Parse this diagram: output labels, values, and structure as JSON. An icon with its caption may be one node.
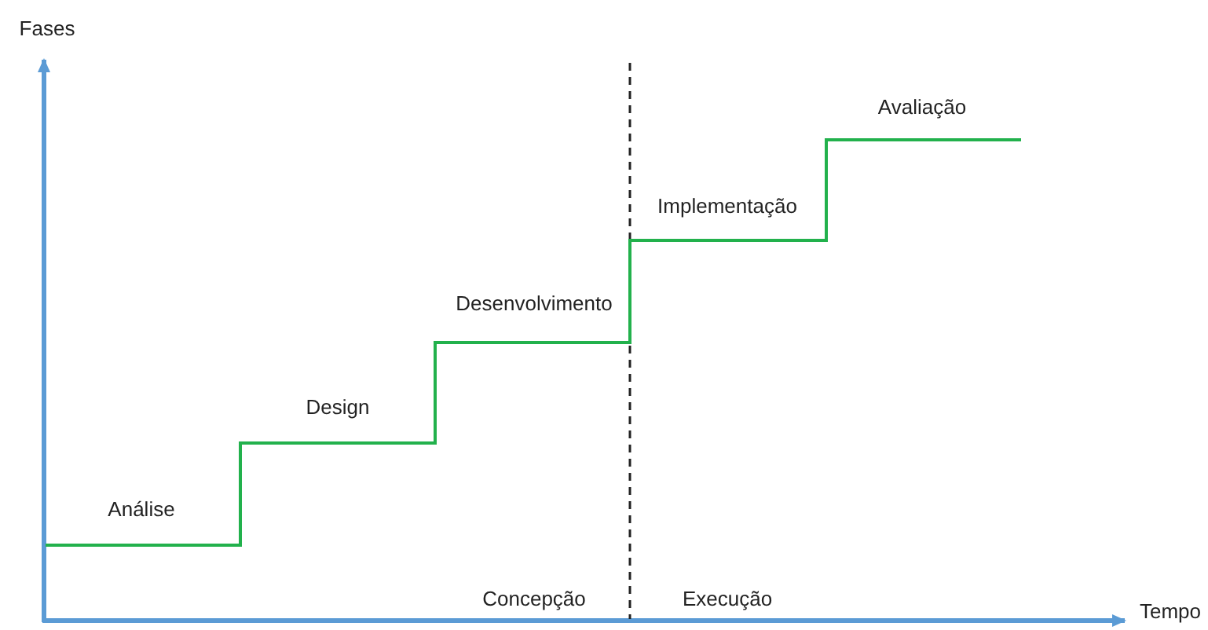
{
  "diagram": {
    "labels": [
      "Fases",
      "Avaliação",
      "Implementação",
      "Desenvolvimento",
      "Design",
      "Análise",
      "Concepção",
      "Execução",
      "Tempo"
    ]
  }
}
